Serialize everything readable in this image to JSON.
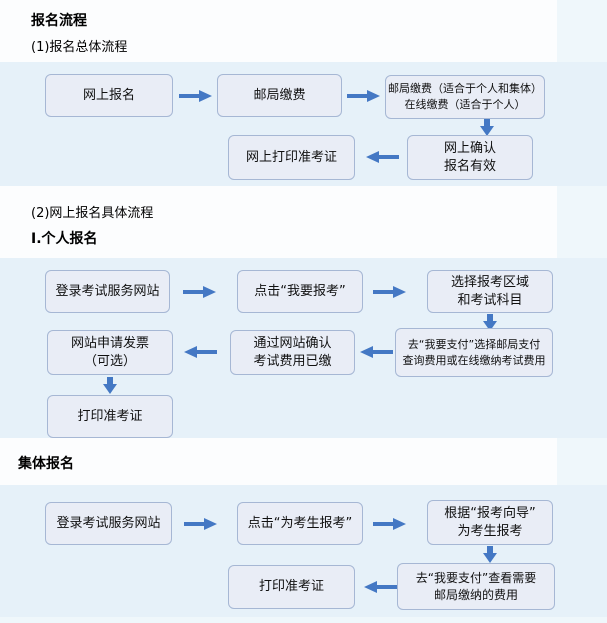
{
  "colors": {
    "page_background": "#eff7fb",
    "panel_background": "#e6f1f9",
    "box_fill": "#e9edf6",
    "box_border": "#a6b7d4",
    "arrow_blue": "#4478c4",
    "text": "#000000"
  },
  "icons": {
    "arrow_right": "right-arrow-glyph",
    "arrow_left": "left-arrow-glyph",
    "arrow_down": "down-arrow-glyph"
  },
  "headings": {
    "main_title": "报名流程",
    "overall_label": "(1)报名总体流程",
    "detail_label": "(2)网上报名具体流程",
    "individual_label": "Ⅰ.个人报名",
    "group_label": "集体报名"
  },
  "flow_overall": {
    "boxes": {
      "online_register": "网上报名",
      "post_pay": "邮局缴费",
      "pay_options": "邮局缴费（适合于个人和集体）\n在线缴费（适合于个人）",
      "confirm_valid": "网上确认\n报名有效",
      "print_ticket": "网上打印准考证"
    }
  },
  "flow_individual": {
    "boxes": {
      "login": "登录考试服务网站",
      "click_register": "点击“我要报考”",
      "choose_area": "选择报考区域\n和考试科目",
      "go_pay": "去“我要支付”选择邮局支付\n查询费用或在线缴纳考试费用",
      "confirm_paid": "通过网站确认\n考试费用已缴",
      "invoice": "网站申请发票\n（可选）",
      "print_ticket": "打印准考证"
    }
  },
  "flow_group": {
    "boxes": {
      "login": "登录考试服务网站",
      "click_register": "点击“为考生报考”",
      "wizard": "根据“报考向导”\n为考生报考",
      "go_pay": "去“我要支付”查看需要\n邮局缴纳的费用",
      "print_ticket": "打印准考证"
    }
  }
}
